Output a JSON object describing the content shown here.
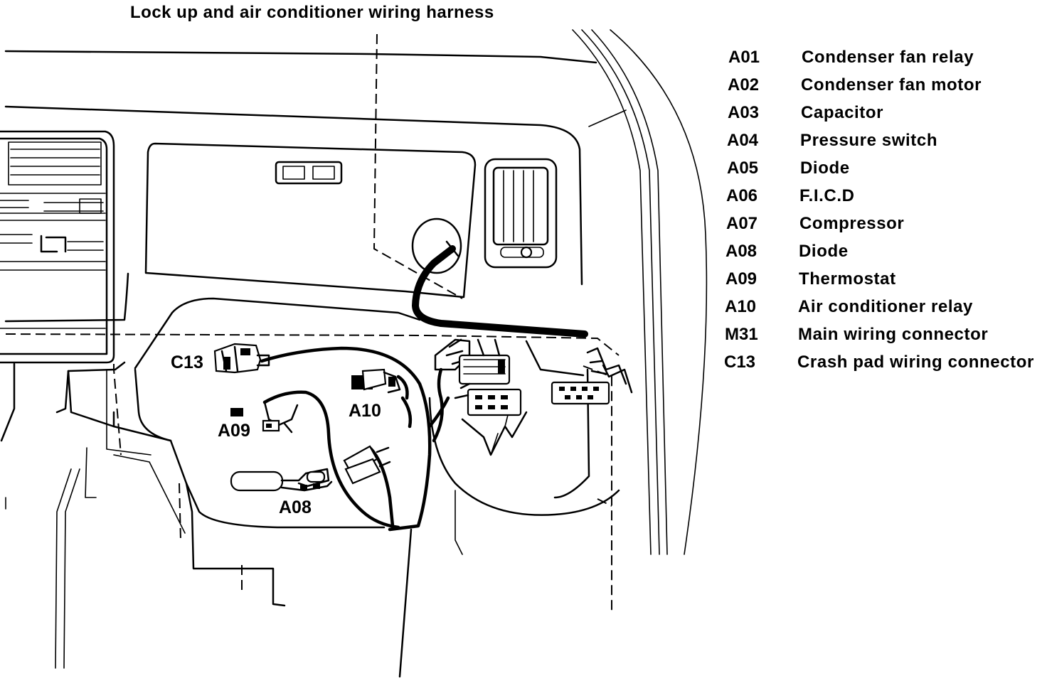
{
  "diagram": {
    "title": "Lock up and air conditioner wiring harness",
    "callouts": {
      "c13": "C13",
      "a10": "A10",
      "a09": "A09",
      "a08": "A08"
    },
    "legend": [
      {
        "code": "A01",
        "label": "Condenser fan relay"
      },
      {
        "code": "A02",
        "label": "Condenser fan motor"
      },
      {
        "code": "A03",
        "label": "Capacitor"
      },
      {
        "code": "A04",
        "label": "Pressure switch"
      },
      {
        "code": "A05",
        "label": "Diode"
      },
      {
        "code": "A06",
        "label": "F.I.C.D"
      },
      {
        "code": "A07",
        "label": "Compressor"
      },
      {
        "code": "A08",
        "label": "Diode"
      },
      {
        "code": "A09",
        "label": "Thermostat"
      },
      {
        "code": "A10",
        "label": "Air conditioner relay"
      },
      {
        "code": "M31",
        "label": "Main wiring connector"
      },
      {
        "code": "C13",
        "label": "Crash pad wiring connector"
      }
    ]
  }
}
